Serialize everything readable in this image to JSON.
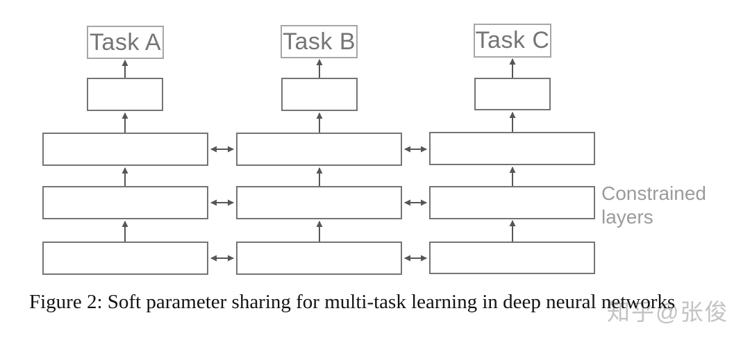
{
  "diagram": {
    "tasks": [
      {
        "label": "Task A"
      },
      {
        "label": "Task B"
      },
      {
        "label": "Task C"
      }
    ],
    "annotation": {
      "line1": "Constrained",
      "line2": "layers"
    },
    "caption": "Figure 2: Soft parameter sharing for multi-task learning in deep neural networks",
    "watermark": "知乎@张俊",
    "structure": {
      "columns": 3,
      "constrained_layer_rows": 3,
      "task_specific_top_boxes_per_column": 1,
      "vertical_arrow_direction": "up",
      "horizontal_arrows": "double-headed between adjacent columns at each constrained layer row"
    },
    "colors": {
      "background": "#ffffff",
      "layer_box_border": "#747474",
      "task_box_border": "#a6a6a6",
      "task_text": "#757575",
      "arrow": "#565656",
      "annotation_text": "#9b9b9b",
      "caption_text": "#131313",
      "watermark_text": "#c3c3c3"
    }
  }
}
